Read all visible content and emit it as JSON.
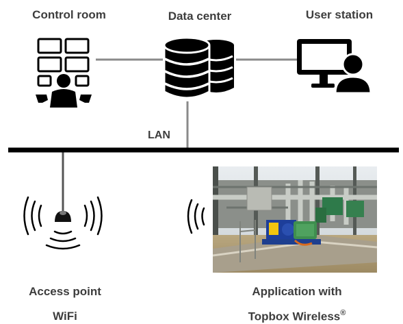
{
  "nodes": {
    "control_room": {
      "label": "Control room"
    },
    "data_center": {
      "label": "Data center"
    },
    "user_station": {
      "label": "User station"
    },
    "lan": {
      "label": "LAN"
    },
    "access_point": {
      "label_line1": "Access point",
      "label_line2": "WiFi"
    },
    "application": {
      "label_line1": "Application with",
      "label_line2": "Topbox Wireless",
      "label_mark": "®"
    }
  },
  "colors": {
    "icon": "#000000",
    "line": "#7f7f7f",
    "bus": "#000000",
    "text": "#3d3d3d"
  },
  "icons": [
    "video-wall-operator-icon",
    "database-icon",
    "computer-user-icon",
    "wifi-access-point-icon",
    "wireless-signal-icon"
  ]
}
